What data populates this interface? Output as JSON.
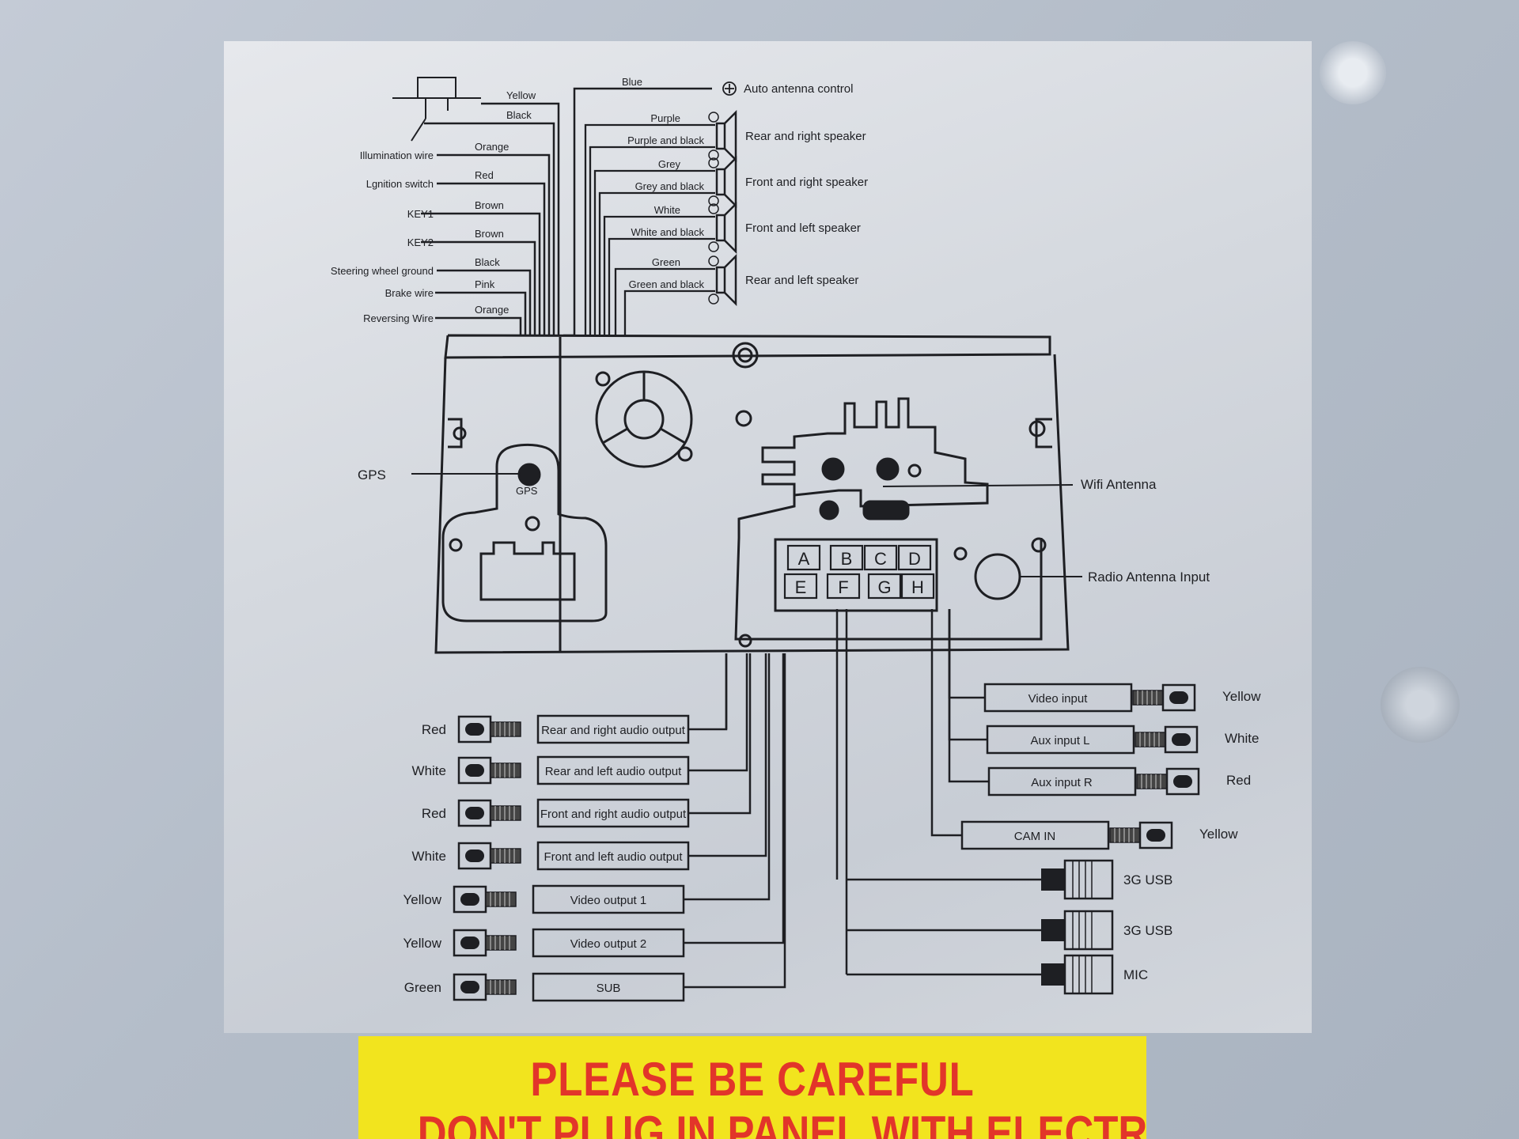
{
  "top_left_wires": [
    {
      "label": "",
      "color": "Yellow"
    },
    {
      "label": "",
      "color": "Black"
    },
    {
      "label": "Illumination wire",
      "color": "Orange"
    },
    {
      "label": "Lgnition switch",
      "color": "Red"
    },
    {
      "label": "KEY1",
      "color": "Brown"
    },
    {
      "label": "KEY2",
      "color": "Brown"
    },
    {
      "label": "Steering wheel ground",
      "color": "Black"
    },
    {
      "label": "Brake wire",
      "color": "Pink"
    },
    {
      "label": "Reversing Wire",
      "color": "Orange"
    }
  ],
  "antenna_control": {
    "color": "Blue",
    "label": "Auto antenna control"
  },
  "speakers": [
    {
      "plus_color": "Purple",
      "minus_color": "Purple and black",
      "label": "Rear and right speaker"
    },
    {
      "plus_color": "Grey",
      "minus_color": "Grey and black",
      "label": "Front and right speaker"
    },
    {
      "plus_color": "White",
      "minus_color": "White and black",
      "label": "Front and left speaker"
    },
    {
      "plus_color": "Green",
      "minus_color": "Green and black",
      "label": "Rear and left speaker"
    }
  ],
  "unit_labels": {
    "gps_outer": "GPS",
    "gps_inner": "GPS",
    "wifi": "Wifi Antenna",
    "radio": "Radio Antenna Input"
  },
  "connector_letters": [
    "A",
    "B",
    "C",
    "D",
    "E",
    "F",
    "G",
    "H"
  ],
  "audio_outputs": [
    {
      "color": "Red",
      "label": "Rear and right audio output"
    },
    {
      "color": "White",
      "label": "Rear and left audio output"
    },
    {
      "color": "Red",
      "label": "Front and right audio output"
    },
    {
      "color": "White",
      "label": "Front and left audio output"
    },
    {
      "color": "Yellow",
      "label": "Video output 1"
    },
    {
      "color": "Yellow",
      "label": "Video output 2"
    },
    {
      "color": "Green",
      "label": "SUB"
    }
  ],
  "inputs": [
    {
      "label": "Video input",
      "color": "Yellow"
    },
    {
      "label": "Aux input L",
      "color": "White"
    },
    {
      "label": "Aux input R",
      "color": "Red"
    },
    {
      "label": "CAM IN",
      "color": "Yellow"
    }
  ],
  "usb_ports": [
    {
      "label": "3G USB"
    },
    {
      "label": "3G USB"
    },
    {
      "label": "MIC"
    }
  ],
  "warning": {
    "line1": "PLEASE BE CAREFUL",
    "line2": "DON'T PLUG IN PANEL WITH ELECTRIC!"
  },
  "colors": {
    "sticker": "#d9dce1",
    "ink": "#1e1f23",
    "warning_bg": "#f2e41e",
    "warning_text": "#e2352a"
  }
}
